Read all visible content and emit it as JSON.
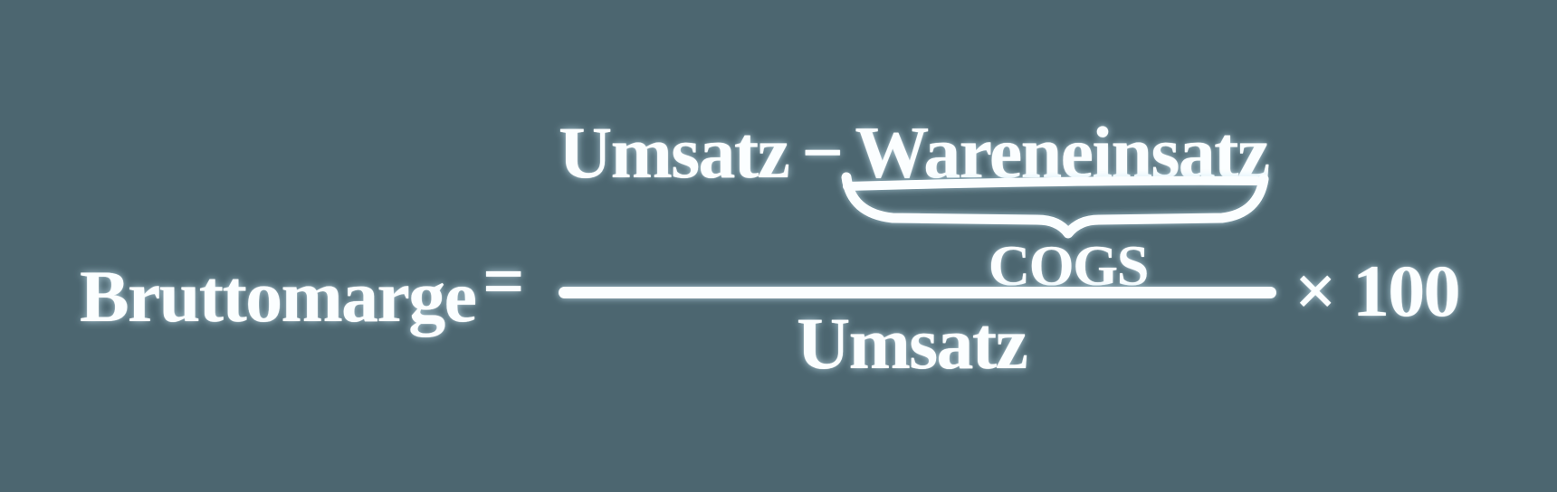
{
  "colors": {
    "background": "#4c6670",
    "text": "#fbfeff",
    "glow": "#cbe9f6"
  },
  "formula": {
    "lhs": "Bruttomarge",
    "equals": "=",
    "numerator": {
      "minuend": "Umsatz",
      "operator": "−",
      "subtrahend": "Wareneinsatz",
      "annotation": "COGS"
    },
    "denominator": "Umsatz",
    "multiplier": "× 100"
  }
}
